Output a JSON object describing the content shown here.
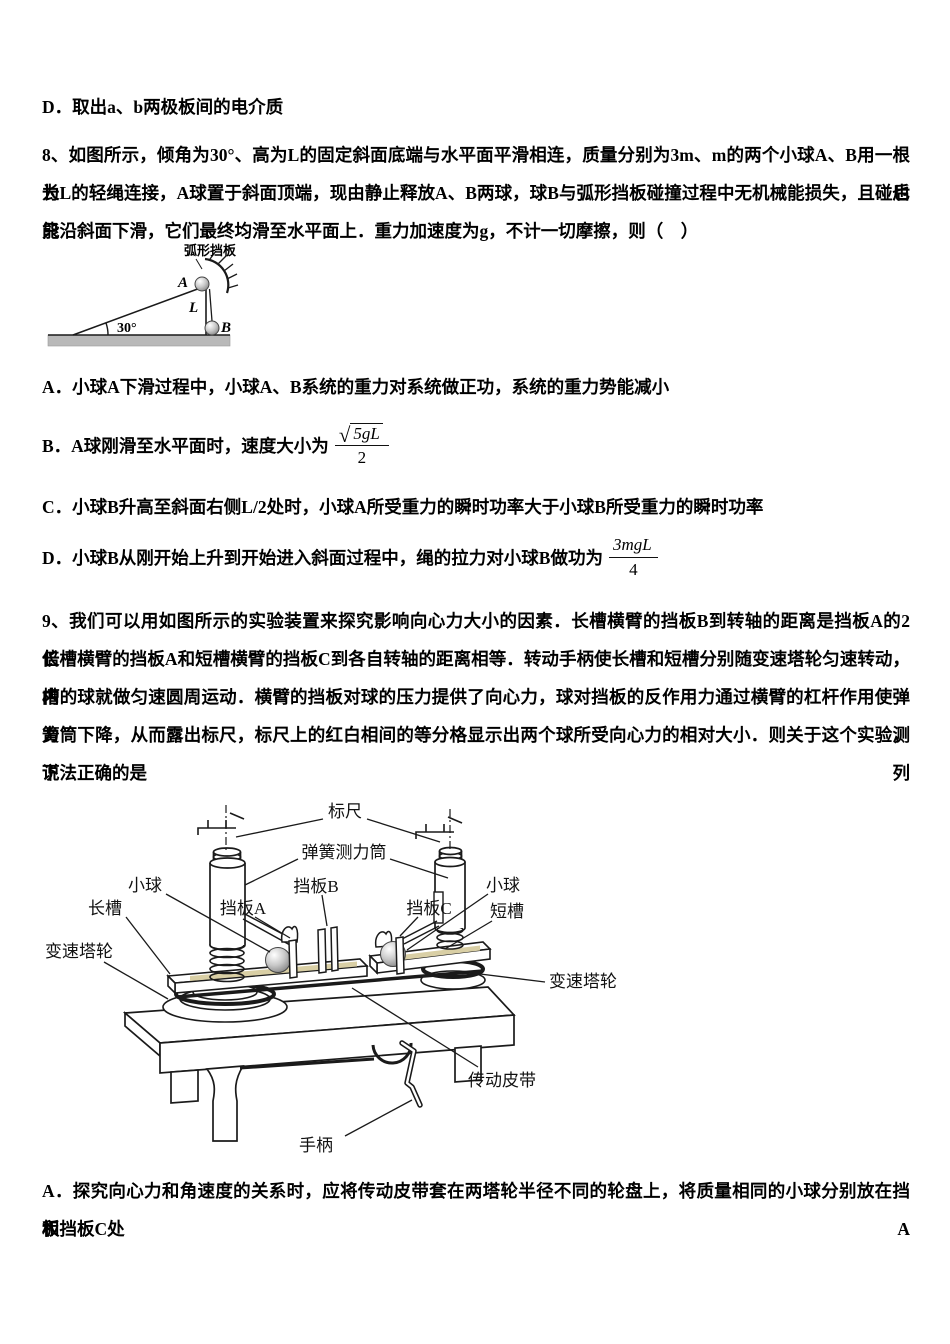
{
  "colors": {
    "ink": "#1a1a1a",
    "slot_tan": "#d9cfa5",
    "ground_gray": "#b9b9b9"
  },
  "q7": {
    "option_d": "D．取出a、b两极板间的电介质"
  },
  "q8": {
    "stem_lines": [
      "8、如图所示，倾角为30°、高为L的固定斜面底端与水平面平滑相连，质量分别为3m、m的两个小球A、B用一根长也",
      "为L的轻绳连接，A球置于斜面顶端，现由静止释放A、B两球，球B与弧形挡板碰撞过程中无机械能损失，且碰后只",
      "能沿斜面下滑，它们最终均滑至水平面上．重力加速度为g，不计一切摩擦，则（　）"
    ],
    "figure_labels": {
      "arc_baffle": "弧形挡板",
      "point_a": "A",
      "point_b": "B",
      "length": "L",
      "angle": "30°"
    },
    "options": {
      "a": "A．小球A下滑过程中，小球A、B系统的重力对系统做正功，系统的重力势能减小",
      "b_prefix": "B．A球刚滑至水平面时，速度大小为",
      "b_frac": {
        "radical_sign": "√",
        "radicand": "5gL",
        "denominator": "2"
      },
      "c": "C．小球B升高至斜面右侧L/2处时，小球A所受重力的瞬时功率大于小球B所受重力的瞬时功率",
      "d_prefix": "D．小球B从刚开始上升到开始进入斜面过程中，绳的拉力对小球B做功为",
      "d_frac": {
        "numerator": "3mgL",
        "denominator": "4"
      }
    }
  },
  "q9": {
    "stem_lines": [
      "9、我们可以用如图所示的实验装置来探究影响向心力大小的因素．长槽横臂的挡板B到转轴的距离是挡板A的2倍，",
      "长槽横臂的挡板A和短槽横臂的挡板C到各自转轴的距离相等．转动手柄使长槽和短槽分别随变速塔轮匀速转动，槽",
      "内的球就做匀速圆周运动．横臂的挡板对球的压力提供了向心力，球对挡板的反作用力通过横臂的杠杆作用使弹簧测",
      "力筒下降，从而露出标尺，标尺上的红白相间的等分格显示出两个球所受向心力的相对大小．则关于这个实验，下列",
      "说法正确的是"
    ],
    "figure_labels": {
      "ruler": "标尺",
      "spring_tube": "弹簧测力筒",
      "ball_left": "小球",
      "ball_right": "小球",
      "baffle_a": "挡板A",
      "baffle_b": "挡板B",
      "baffle_c": "挡板C",
      "long_slot": "长槽",
      "short_slot": "短槽",
      "tower_wheel_left": "变速塔轮",
      "tower_wheel_right": "变速塔轮",
      "drive_belt": "传动皮带",
      "handle": "手柄"
    },
    "option_a_lines": [
      "A．探究向心力和角速度的关系时，应将传动皮带套在两塔轮半径不同的轮盘上，将质量相同的小球分别放在挡板A",
      "和挡板C处"
    ]
  }
}
